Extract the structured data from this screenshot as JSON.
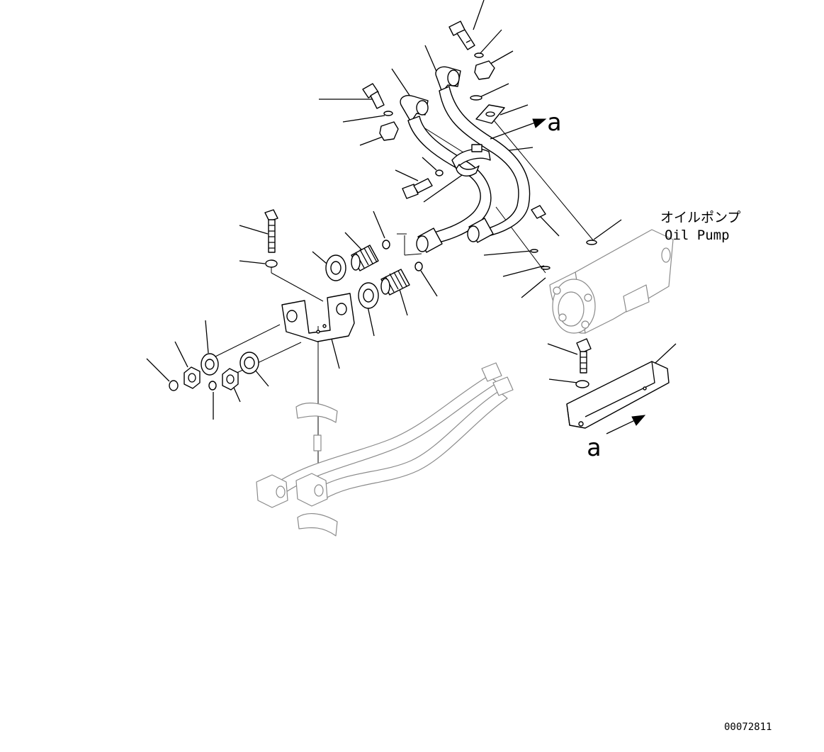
{
  "diagram": {
    "callout_a_upper": "a",
    "callout_a_lower": "a",
    "pump_label_jp": "オイルポンプ",
    "pump_label_en": "Oil Pump",
    "drawing_number": "00072811"
  }
}
